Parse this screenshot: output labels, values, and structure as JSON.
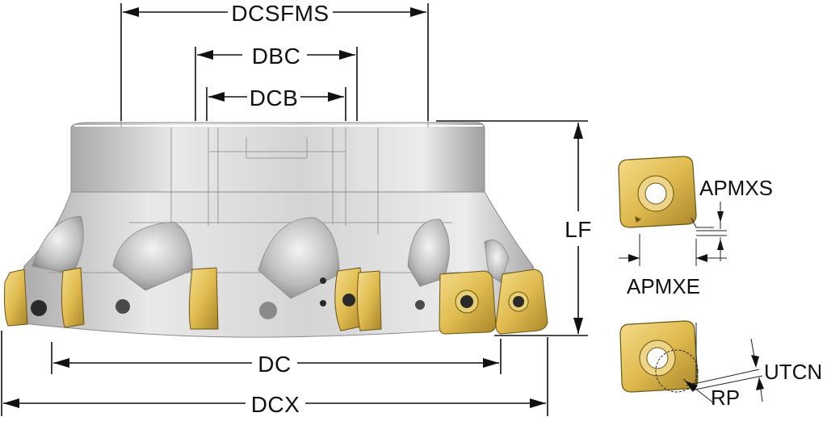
{
  "diagram": {
    "labels": {
      "dcsfms": "DCSFMS",
      "dbc": "DBC",
      "dcb": "DCB",
      "lf": "LF",
      "dc": "DC",
      "dcx": "DCX",
      "apmxs": "APMXS",
      "apmxe": "APMXE",
      "utcn": "UTCN",
      "rp": "RP"
    },
    "colors": {
      "body_light": "#e6e6e6",
      "body_mid": "#bdbdbd",
      "body_dark": "#8c8c8c",
      "insert_gold": "#e3c15a",
      "insert_dark": "#9c7a1f",
      "screw": "#2a2a2a"
    }
  }
}
